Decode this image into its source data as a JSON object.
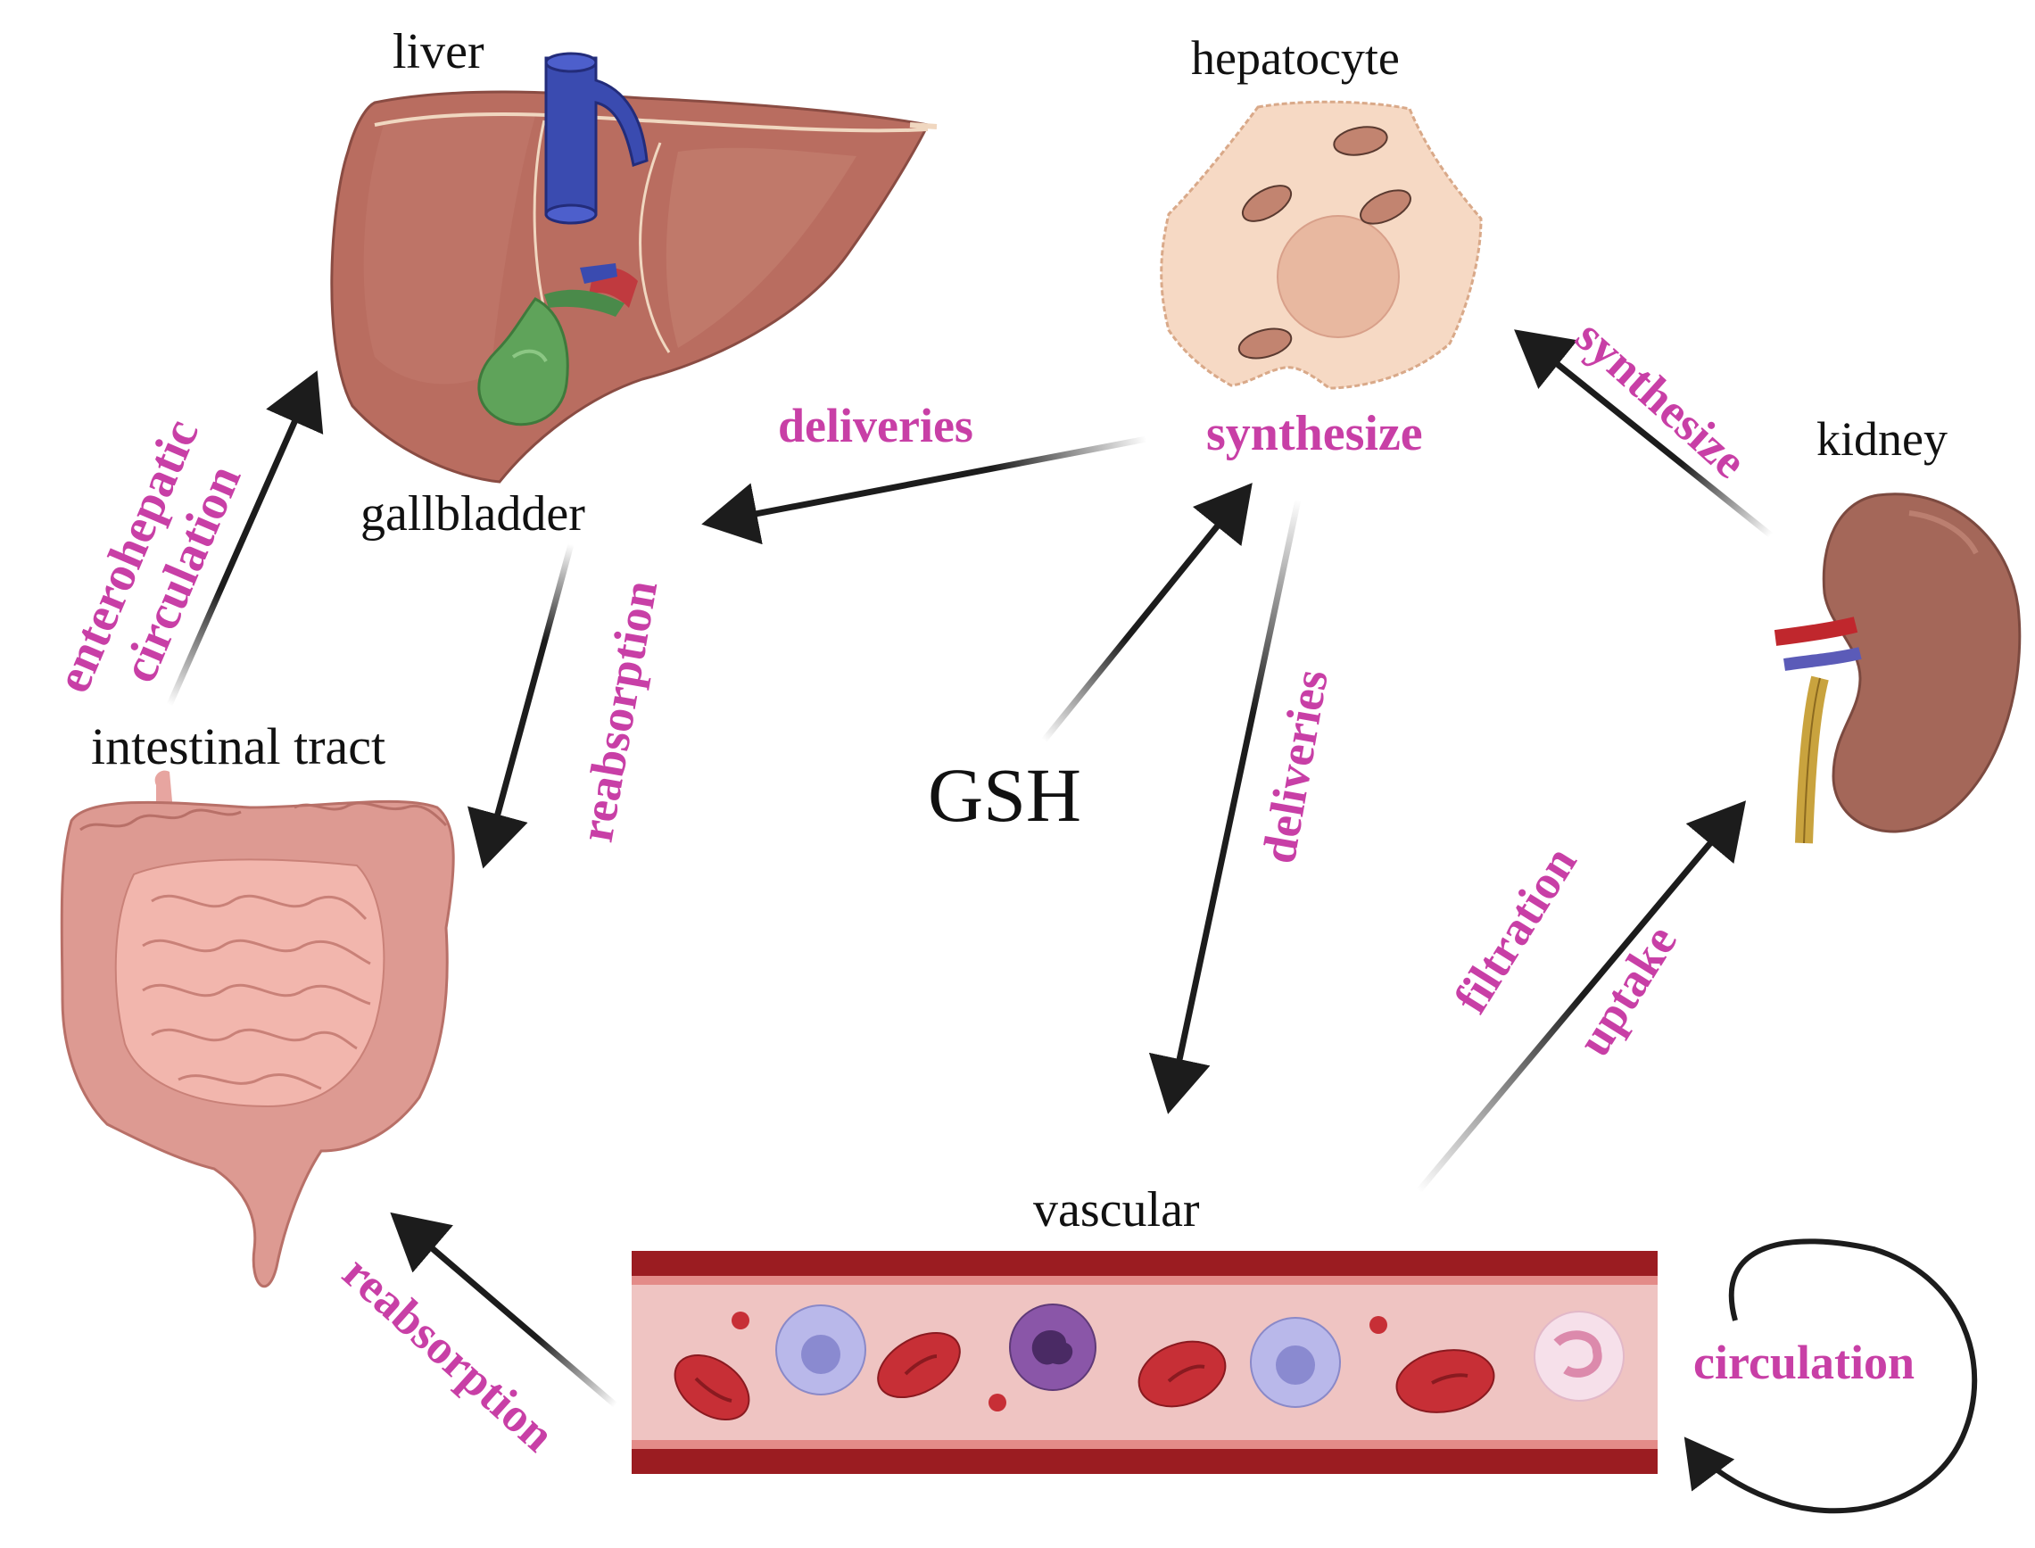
{
  "colors": {
    "accent_text": "#c83fa6",
    "arrow": "#1c1c1c",
    "liver": "#b86a5e",
    "vein": "#3a4bb0",
    "gallbladder": "#5fa35a",
    "hepatocyte": "#f6d9c4",
    "kidney": "#a46759",
    "intestine": "#df9a92",
    "vessel_wall": "#9b1c21",
    "vessel_lumen": "#efc4c2",
    "rbc": "#c72f36",
    "wbc": "#b9b8ea"
  },
  "nodes": {
    "liver": "liver",
    "gallbladder": "gallbladder",
    "hepatocyte": "hepatocyte",
    "kidney": "kidney",
    "intestinal_tract": "intestinal tract",
    "vascular": "vascular",
    "gsh": "GSH"
  },
  "edges": {
    "enterohepatic_1": "enterohepatic",
    "enterohepatic_2": "circulation",
    "deliveries_to_gallbladder": "deliveries",
    "synthesize_hepatocyte": "synthesize",
    "synthesize_kidney": "synthesize",
    "reabsorption_gallbladder": "reabsorption",
    "deliveries_to_vascular": "deliveries",
    "filtration": "filtration",
    "uptake": "uptake",
    "reabsorption_vascular": "reabsorption",
    "circulation": "circulation"
  }
}
